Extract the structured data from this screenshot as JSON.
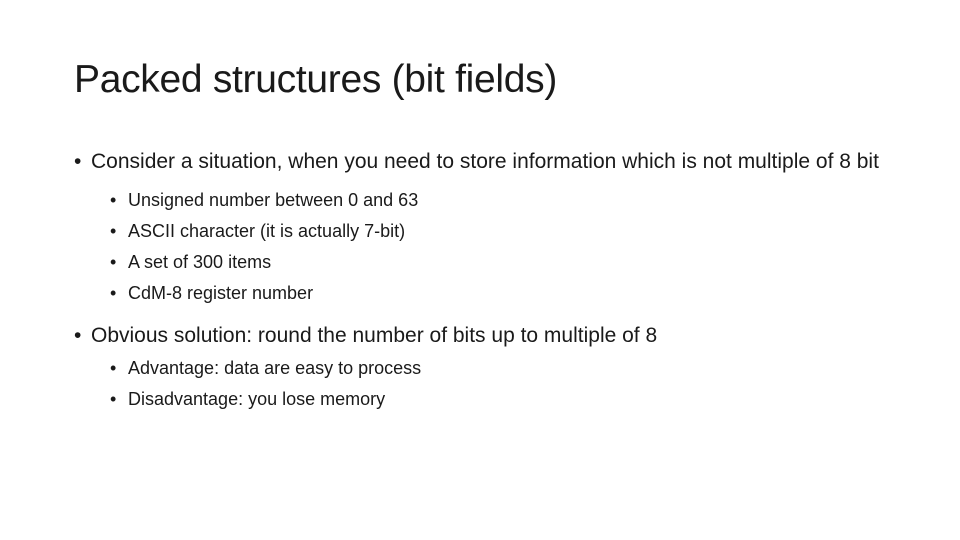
{
  "slide": {
    "title": "Packed structures (bit fields)",
    "bullet_glyph": "•",
    "bullets": [
      {
        "text": "Consider a situation, when you need to store information which is not multiple of 8 bit",
        "subbullets": [
          "Unsigned number between 0 and 63",
          "ASCII character (it is actually 7-bit)",
          "A set of 300 items",
          "CdM-8 register number"
        ]
      },
      {
        "text": "Obvious solution: round the number of bits up to multiple of 8",
        "subbullets": [
          "Advantage: data are easy to process",
          "Disadvantage: you lose memory"
        ]
      }
    ]
  }
}
